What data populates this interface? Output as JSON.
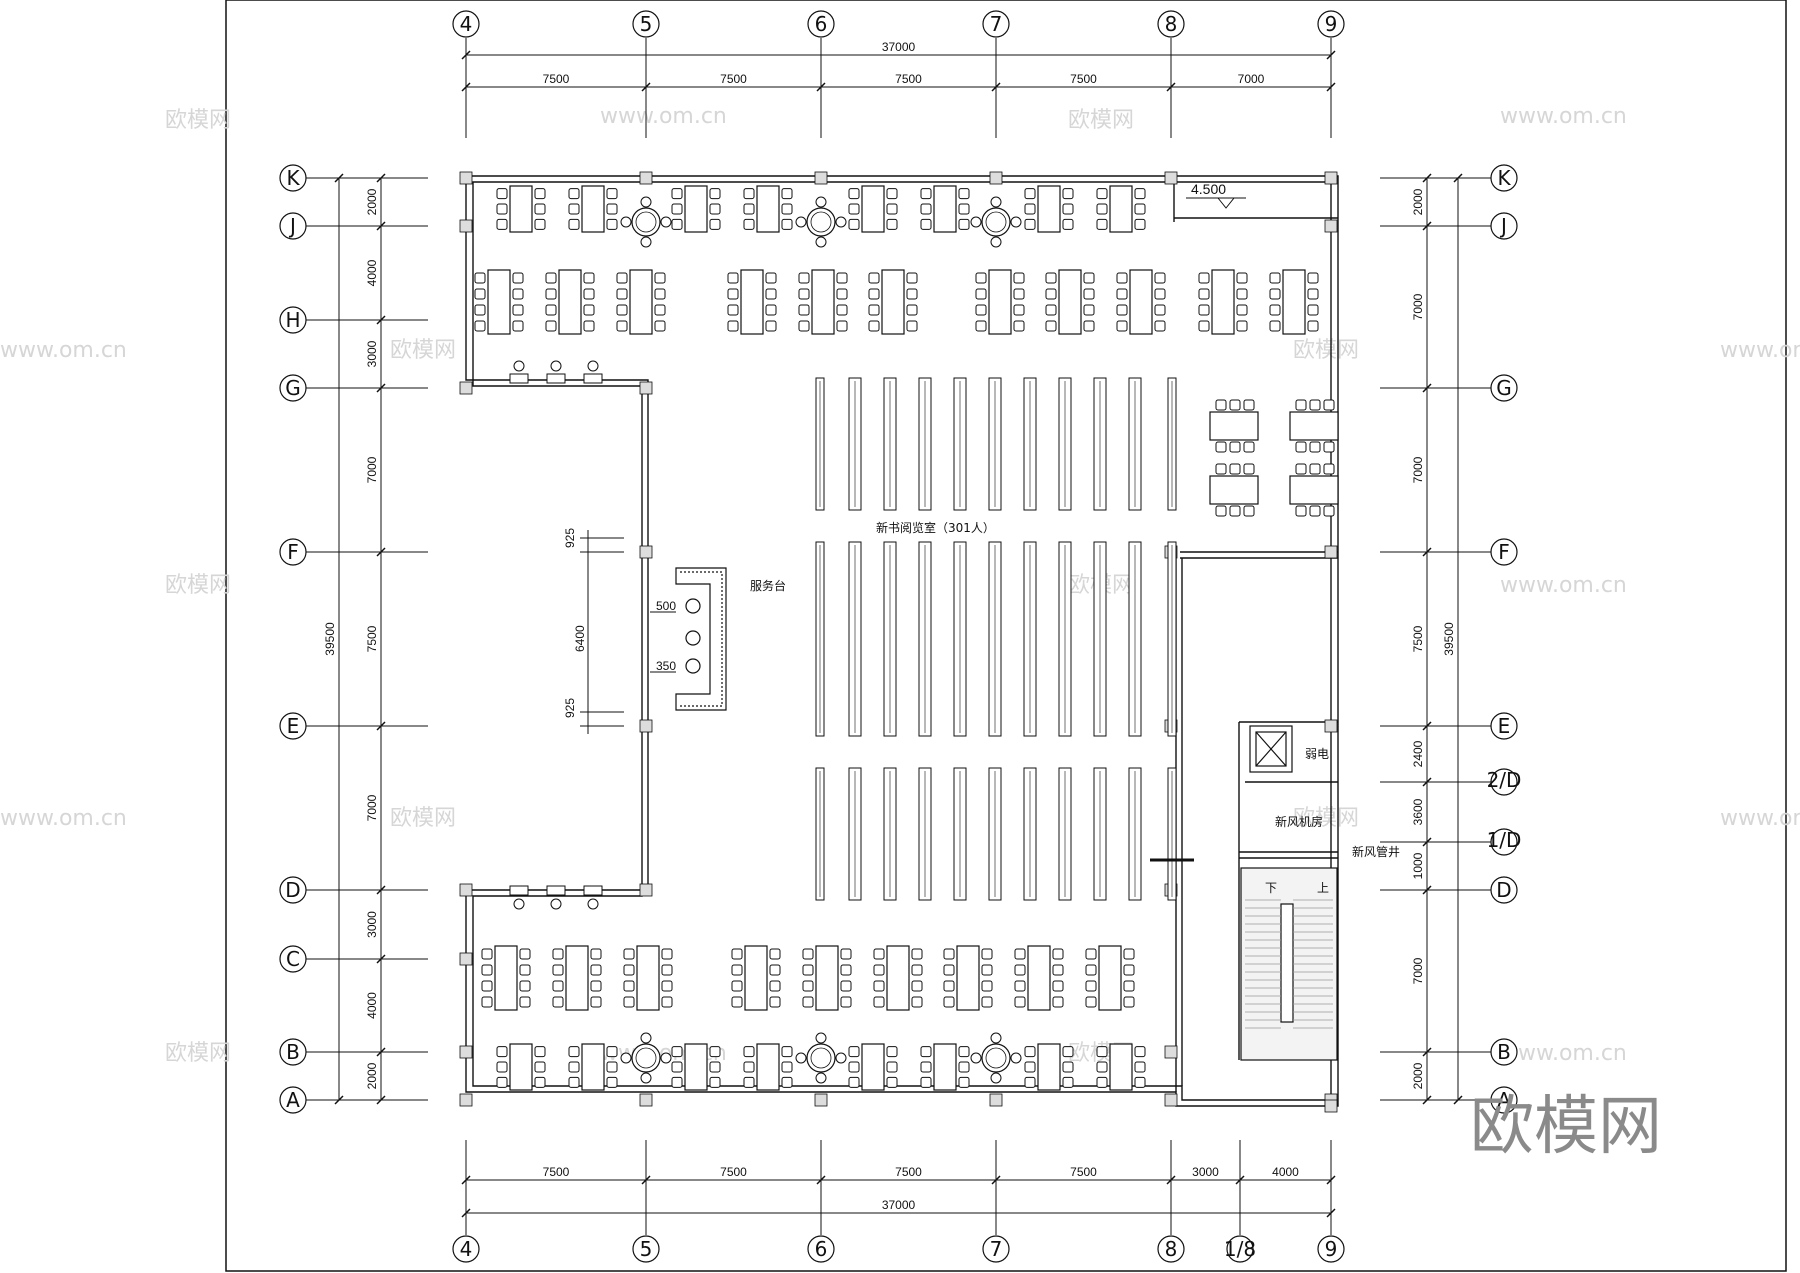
{
  "columns_top": [
    "4",
    "5",
    "6",
    "7",
    "8",
    "9"
  ],
  "columns_bottom": [
    "4",
    "5",
    "6",
    "7",
    "8",
    "1/8",
    "9"
  ],
  "rows_left": [
    "K",
    "J",
    "H",
    "G",
    "F",
    "E",
    "D",
    "C",
    "B",
    "A"
  ],
  "rows_right": [
    "K",
    "J",
    "G",
    "F",
    "E",
    "2/D",
    "1/D",
    "D",
    "B",
    "A"
  ],
  "dims": {
    "top_total": "37000",
    "top_spans": [
      "7500",
      "7500",
      "7500",
      "7500",
      "7000"
    ],
    "bottom_spans": [
      "7500",
      "7500",
      "7500",
      "7500",
      "3000",
      "4000"
    ],
    "bottom_total": "37000",
    "left_spans": [
      "2000",
      "4000",
      "3000",
      "7000",
      "7500",
      "7000",
      "3000",
      "4000",
      "2000"
    ],
    "left_total": "39500",
    "right_spans": [
      "2000",
      "7000",
      "7000",
      "7500",
      "2400",
      "3600",
      "1000",
      "7000",
      "2000"
    ],
    "right_total": "39500",
    "service_dims": [
      "925",
      "6400",
      "925"
    ],
    "desk_dims": [
      "500",
      "350"
    ]
  },
  "level": "4.500",
  "rooms": {
    "reading_room": "新书阅览室（301人）",
    "service_desk": "服务台",
    "weak_current": "弱电",
    "fresh_air_room": "新风机房",
    "fresh_air_shaft": "新风管井",
    "stair_down": "下",
    "stair_up": "上"
  },
  "watermark": {
    "logo": "欧模网",
    "url": "www.om.cn"
  },
  "colors": {
    "line": "#111111",
    "watermark": "#d6d6d6"
  }
}
